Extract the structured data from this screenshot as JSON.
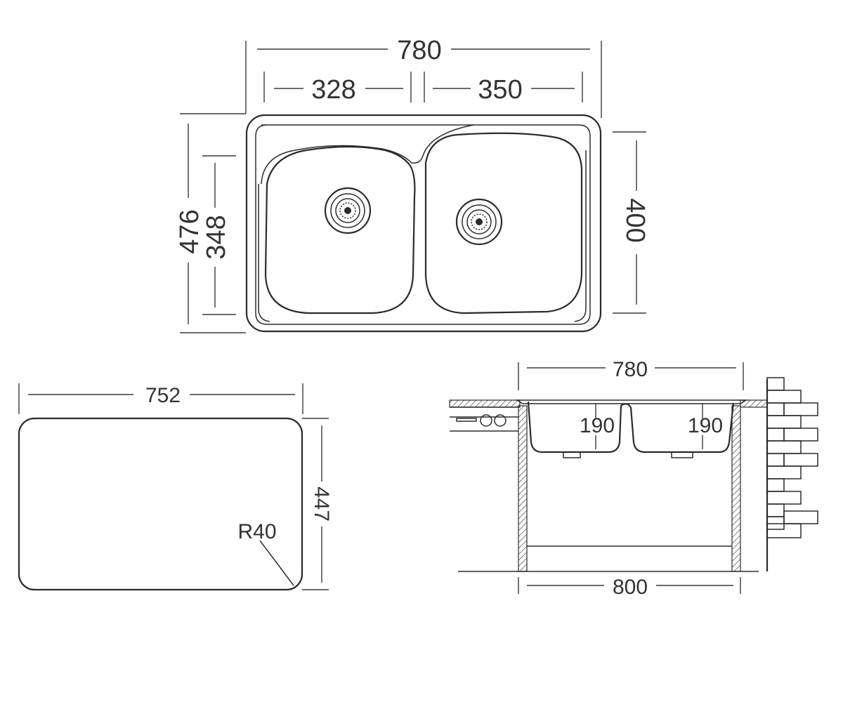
{
  "top_view": {
    "overall_width": "780",
    "left_bowl_width": "328",
    "right_bowl_width": "350",
    "overall_depth": "476",
    "bowl_depth": "348",
    "right_depth": "400"
  },
  "cutout": {
    "width": "752",
    "depth": "447",
    "radius": "R40"
  },
  "side_view": {
    "top_width": "780",
    "left_bowl_height": "190",
    "right_bowl_height": "190",
    "cabinet_width": "800"
  }
}
